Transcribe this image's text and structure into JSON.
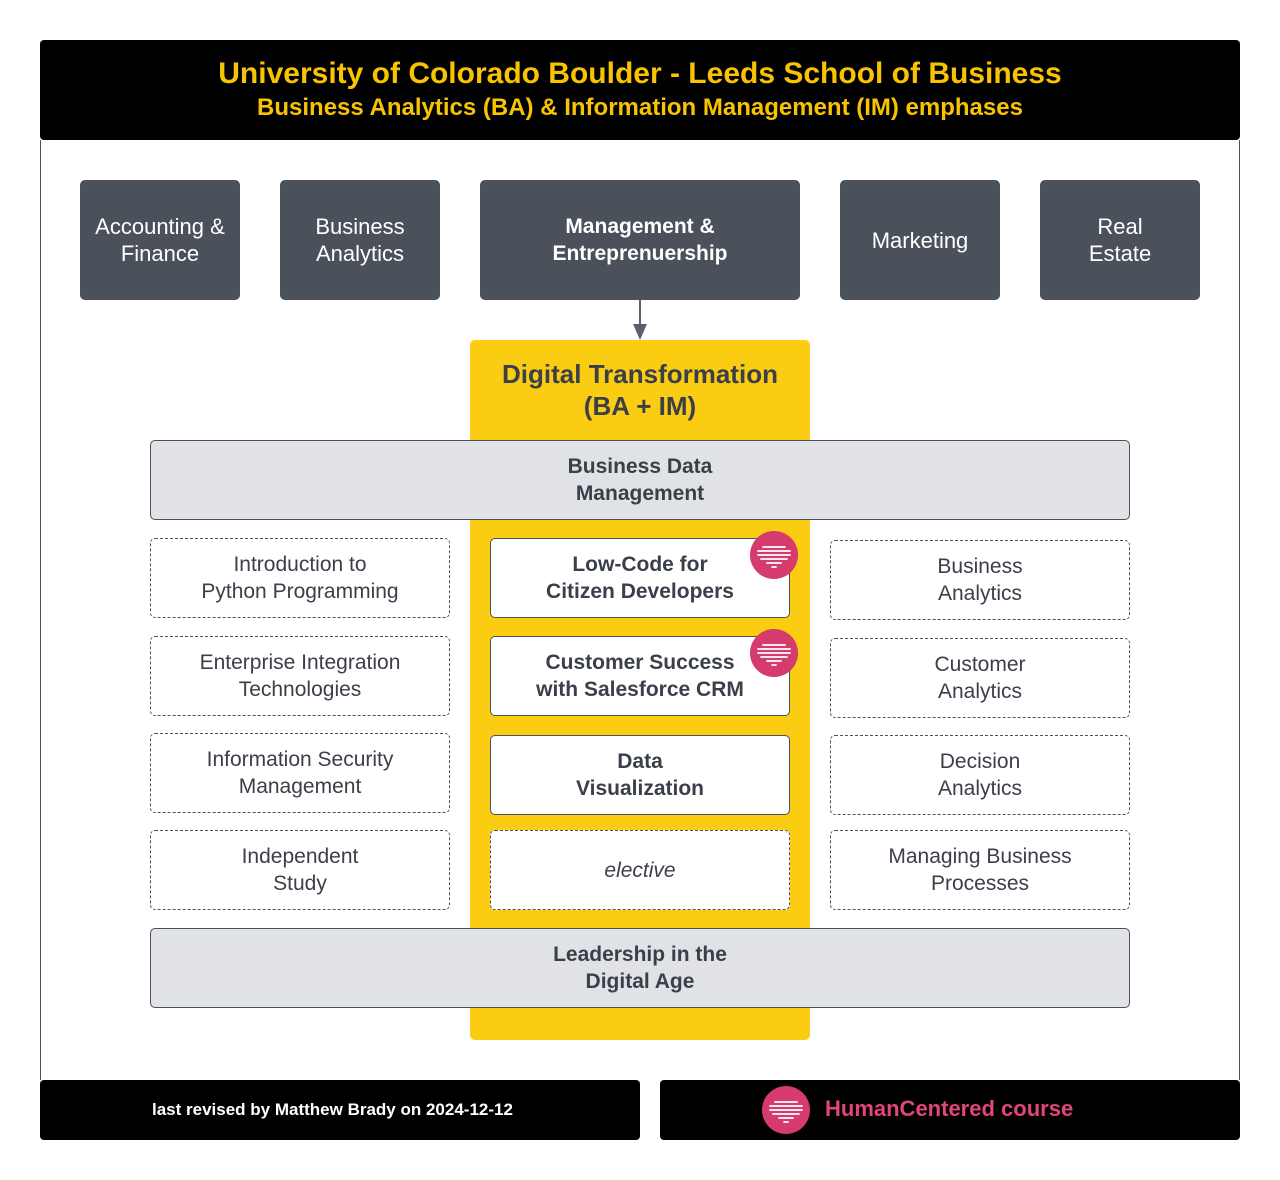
{
  "header": {
    "title": "University of Colorado Boulder - Leeds School of Business",
    "subtitle": "Business Analytics (BA) & Information Management (IM) emphases"
  },
  "emphases": [
    {
      "line1": "Accounting &",
      "line2": "Finance"
    },
    {
      "line1": "Business",
      "line2": "Analytics"
    },
    {
      "line1": "Management &",
      "line2": "Entreprenuership"
    },
    {
      "line1": "Marketing",
      "line2": ""
    },
    {
      "line1": "Real",
      "line2": "Estate"
    }
  ],
  "digital_transformation": {
    "line1": "Digital Transformation",
    "line2": "(BA + IM)"
  },
  "business_data_management": {
    "line1": "Business Data",
    "line2": "Management"
  },
  "left_courses": [
    {
      "line1": "Introduction to",
      "line2": "Python Programming"
    },
    {
      "line1": "Enterprise Integration",
      "line2": "Technologies"
    },
    {
      "line1": "Information Security",
      "line2": "Management"
    },
    {
      "line1": "Independent",
      "line2": "Study"
    }
  ],
  "center_courses": [
    {
      "line1": "Low-Code for",
      "line2": "Citizen Developers",
      "humancentered": true
    },
    {
      "line1": "Customer Success",
      "line2": "with Salesforce CRM",
      "humancentered": true
    },
    {
      "line1": "Data",
      "line2": "Visualization",
      "humancentered": false
    },
    {
      "line1": "elective",
      "line2": "",
      "humancentered": false
    }
  ],
  "right_courses": [
    {
      "line1": "Business",
      "line2": "Analytics"
    },
    {
      "line1": "Customer",
      "line2": "Analytics"
    },
    {
      "line1": "Decision",
      "line2": "Analytics"
    },
    {
      "line1": "Managing Business",
      "line2": "Processes"
    }
  ],
  "leadership": {
    "line1": "Leadership in the",
    "line2": "Digital Age"
  },
  "footer": {
    "revised": "last revised by Matthew Brady on 2024-12-12",
    "legend": "HumanCentered course"
  },
  "colors": {
    "header_text": "#f8c300",
    "emphasis_box": "#4b515b",
    "dt_column": "#facd12",
    "gray_bar": "#e0e2e6",
    "badge": "#d63b6e",
    "legend_text": "#e0457b"
  },
  "icons": {
    "badge": "humancentered-icon",
    "arrow": "arrow-down-icon"
  }
}
